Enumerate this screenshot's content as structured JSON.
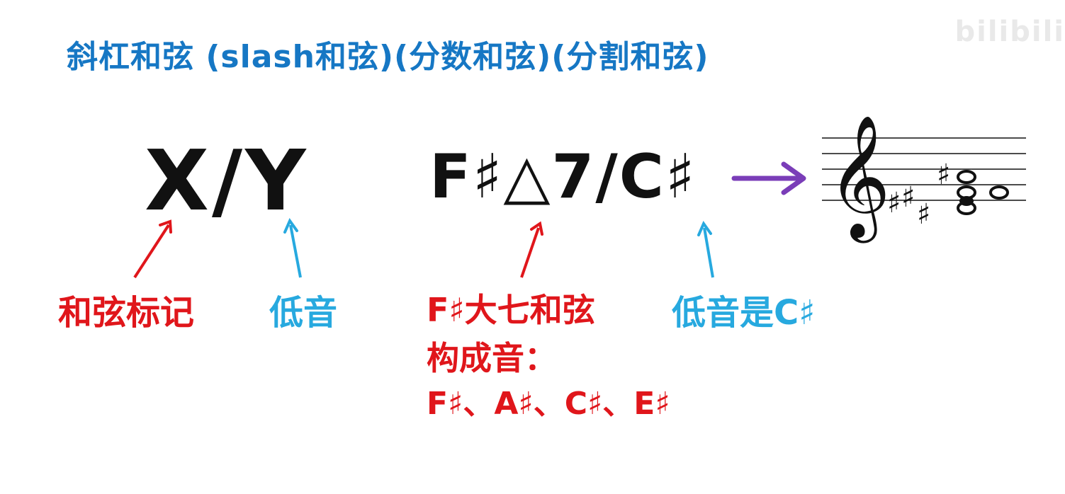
{
  "title": "斜杠和弦 (slash和弦)(分数和弦)(分割和弦)",
  "watermark": "bilibili",
  "generic_symbol": "X/Y",
  "example_symbol": "F♯△7/C♯",
  "labels": {
    "chord_symbol": "和弦标记",
    "bass": "低音",
    "fmaj7_name": "F♯大七和弦",
    "tones_title": "构成音：",
    "tones": "F♯、A♯、C♯、E♯",
    "bass_is": "低音是C♯"
  },
  "colors": {
    "title": "#1677c4",
    "red": "#e0161b",
    "blue": "#27a9df",
    "purple": "#7a3db8",
    "black": "#111111"
  },
  "icons": {
    "staff": "treble-clef-staff-icon",
    "arrow": "right-arrow-icon"
  }
}
